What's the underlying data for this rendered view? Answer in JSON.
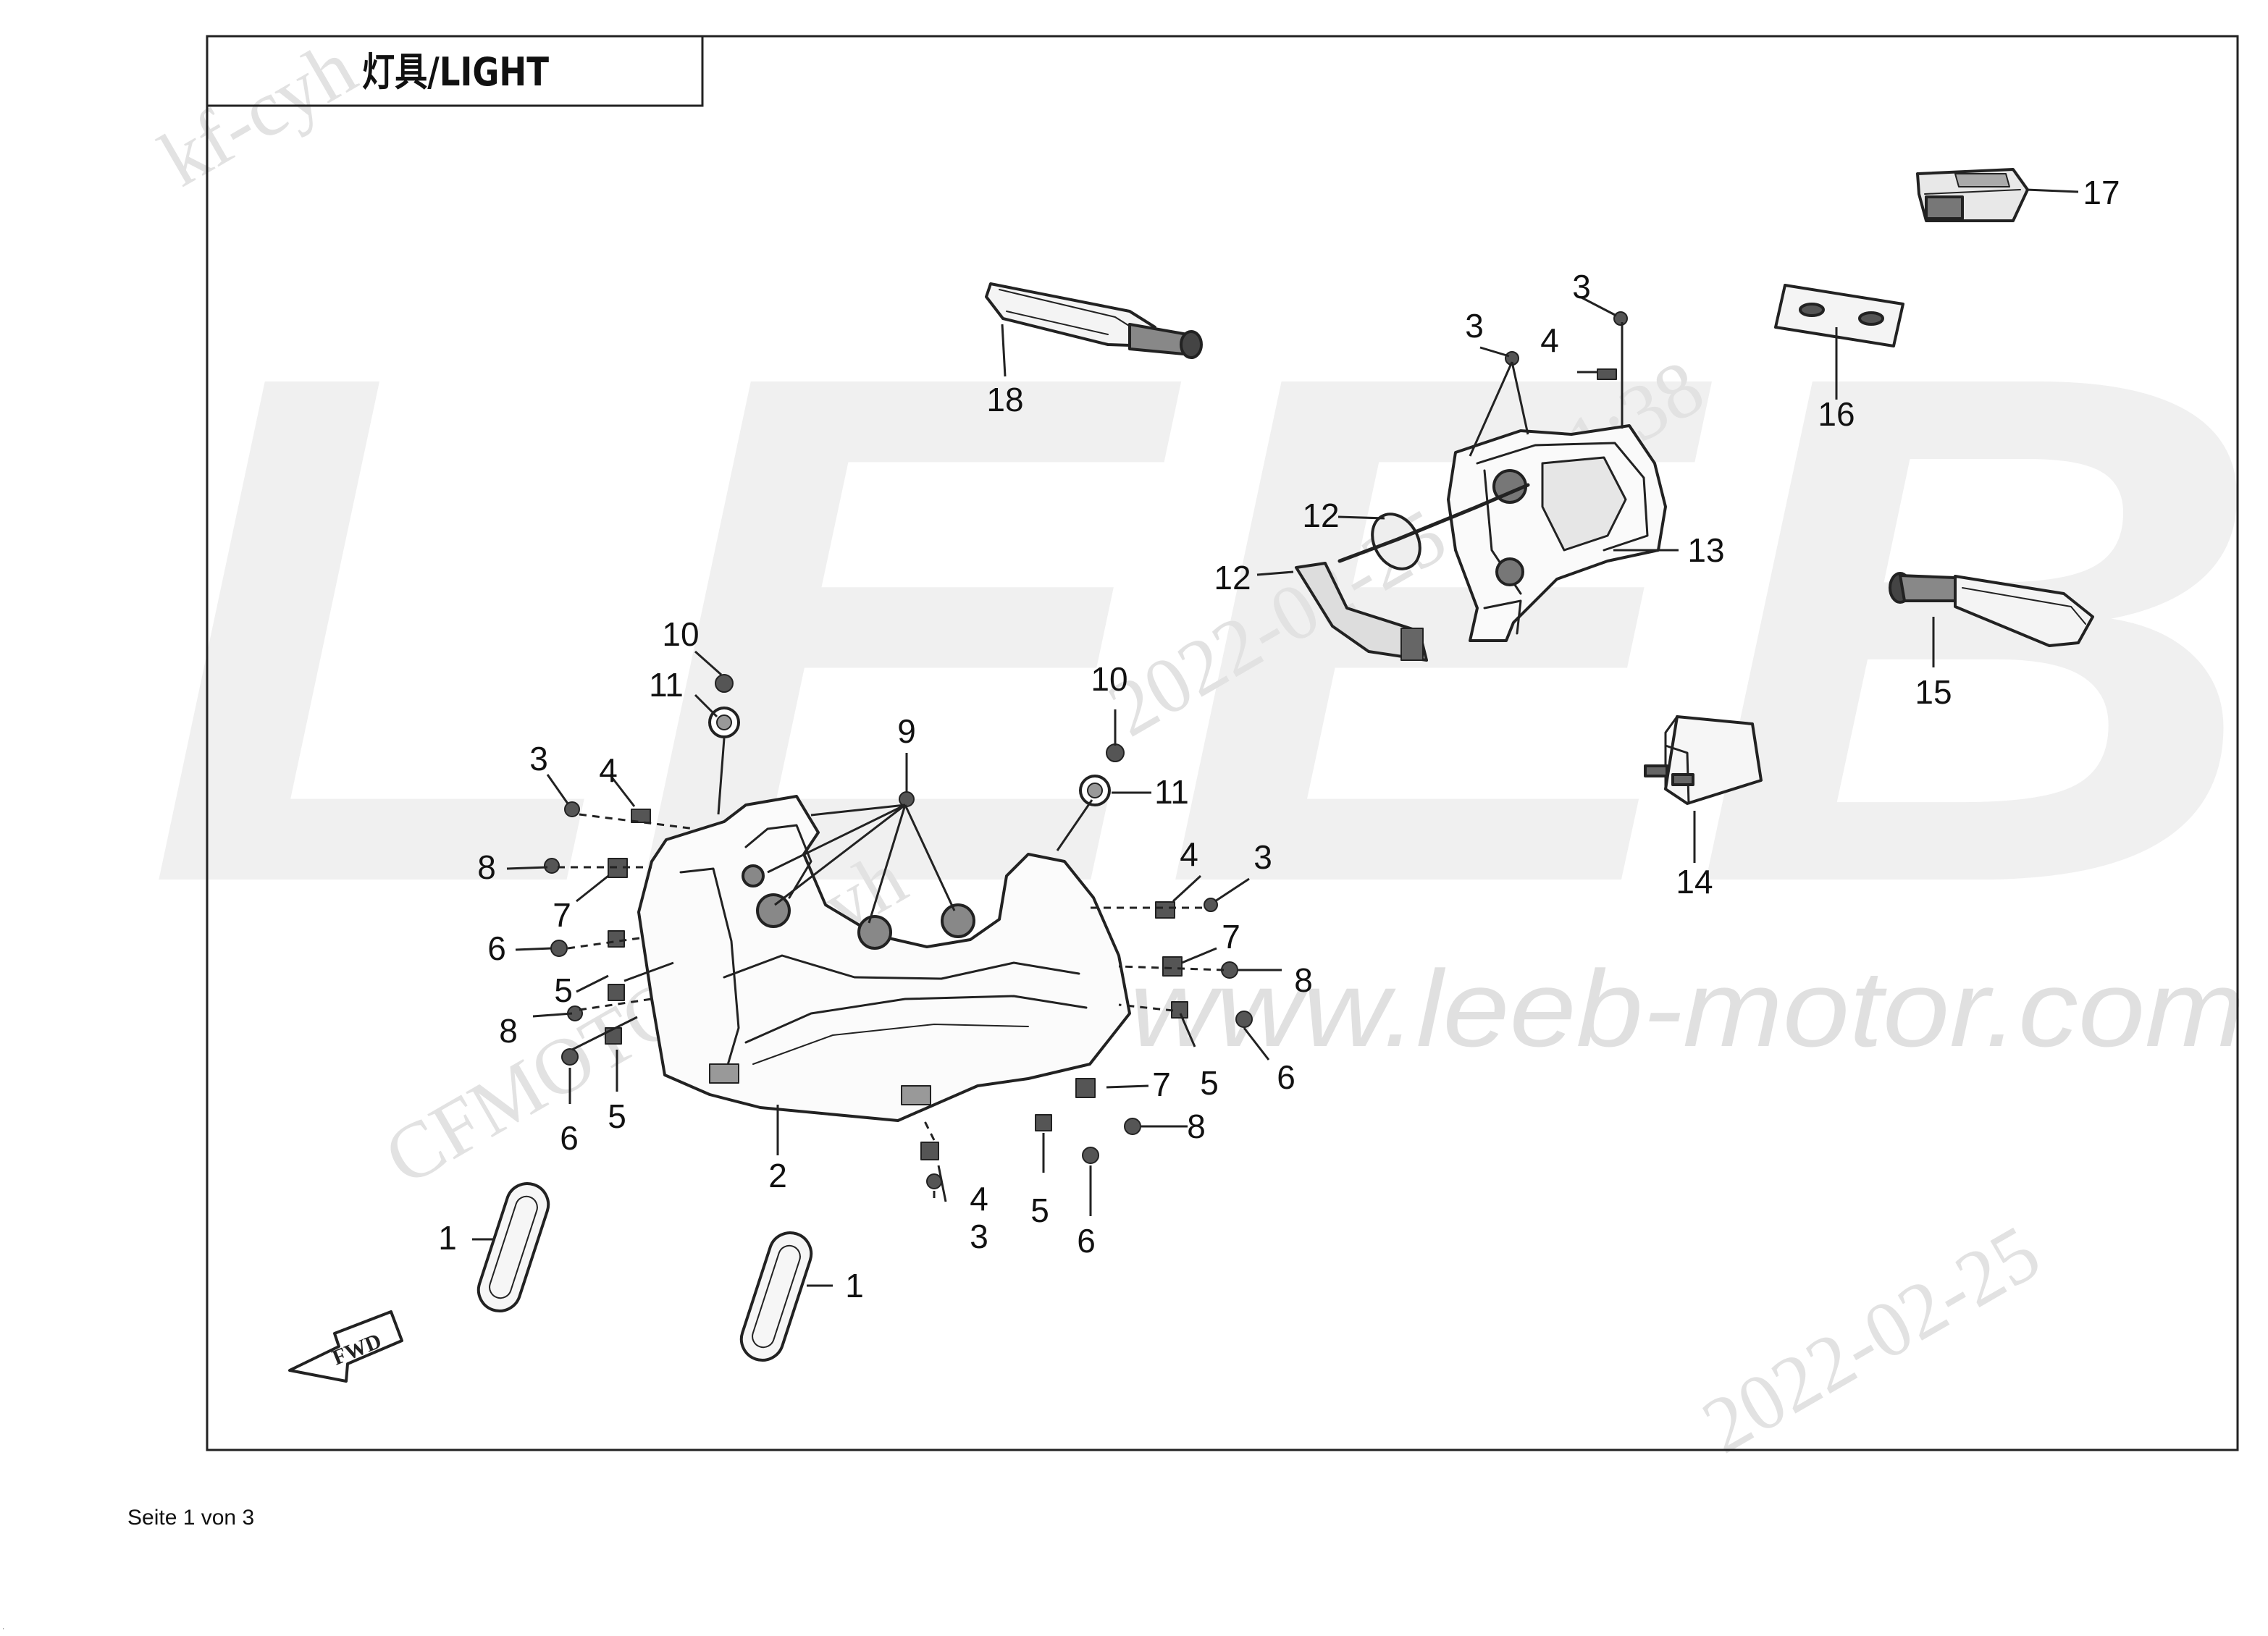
{
  "title": "灯具/LIGHT",
  "footer": "Seite 1 von 3",
  "stray_mark": "'",
  "watermarks": {
    "brand_big": "LEEB",
    "website": "www.leeb-motor.com",
    "kf_cyh": "kf-cyh",
    "kf_cyh_2": "kf-cyh",
    "cfmoto": "CFMOTO",
    "timestamp": "2022-02-25 11:11:38",
    "date": "2022-02-25"
  },
  "fwd_label": "FWD",
  "callouts": [
    {
      "id": "c17",
      "label": "17"
    },
    {
      "id": "c3a",
      "label": "3"
    },
    {
      "id": "c3b",
      "label": "3"
    },
    {
      "id": "c4a",
      "label": "4"
    },
    {
      "id": "c16",
      "label": "16"
    },
    {
      "id": "c18",
      "label": "18"
    },
    {
      "id": "c12a",
      "label": "12"
    },
    {
      "id": "c12b",
      "label": "12"
    },
    {
      "id": "c13",
      "label": "13"
    },
    {
      "id": "c15",
      "label": "15"
    },
    {
      "id": "c14",
      "label": "14"
    },
    {
      "id": "c10a",
      "label": "10"
    },
    {
      "id": "c11a",
      "label": "11"
    },
    {
      "id": "c10b",
      "label": "10"
    },
    {
      "id": "c11b",
      "label": "11"
    },
    {
      "id": "c9",
      "label": "9"
    },
    {
      "id": "c3c",
      "label": "3"
    },
    {
      "id": "c4b",
      "label": "4"
    },
    {
      "id": "c8a",
      "label": "8"
    },
    {
      "id": "c7a",
      "label": "7"
    },
    {
      "id": "c6a",
      "label": "6"
    },
    {
      "id": "c5a",
      "label": "5"
    },
    {
      "id": "c8b",
      "label": "8"
    },
    {
      "id": "c6b",
      "label": "6"
    },
    {
      "id": "c5b",
      "label": "5"
    },
    {
      "id": "c4c",
      "label": "4"
    },
    {
      "id": "c3d",
      "label": "3"
    },
    {
      "id": "c7b",
      "label": "7"
    },
    {
      "id": "c8c",
      "label": "8"
    },
    {
      "id": "c5c",
      "label": "5"
    },
    {
      "id": "c6c",
      "label": "6"
    },
    {
      "id": "c7c",
      "label": "7"
    },
    {
      "id": "c8d",
      "label": "8"
    },
    {
      "id": "c2",
      "label": "2"
    },
    {
      "id": "c4d",
      "label": "4"
    },
    {
      "id": "c3e",
      "label": "3"
    },
    {
      "id": "c5d",
      "label": "5"
    },
    {
      "id": "c6d",
      "label": "6"
    },
    {
      "id": "c1a",
      "label": "1"
    },
    {
      "id": "c1b",
      "label": "1"
    }
  ]
}
